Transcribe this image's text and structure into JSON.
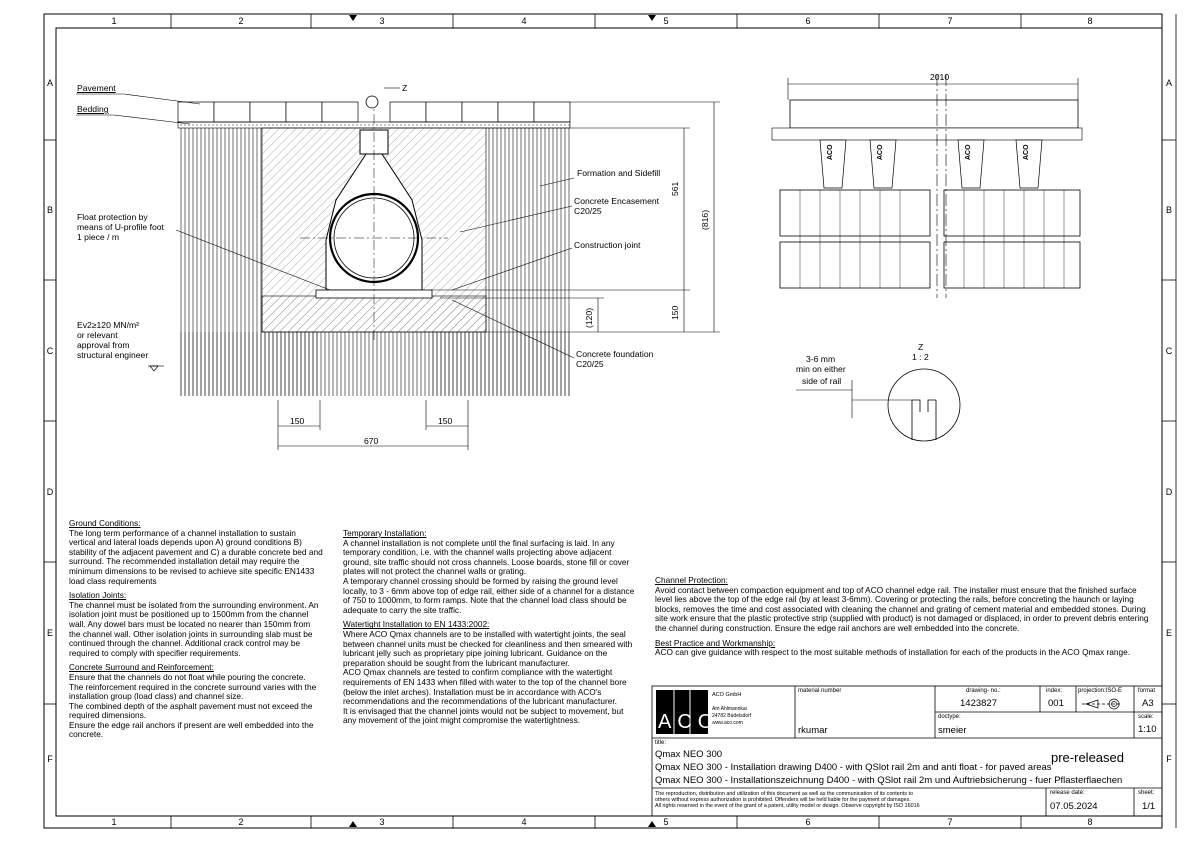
{
  "grid": {
    "columns": [
      "1",
      "2",
      "3",
      "4",
      "5",
      "6",
      "7",
      "8"
    ],
    "rows": [
      "A",
      "B",
      "C",
      "D",
      "E",
      "F"
    ]
  },
  "drawing_labels": {
    "pavement": "Pavement",
    "bedding": "Bedding",
    "z_marker": "Z",
    "formation": "Formation and Sidefill",
    "encasement_1": "Concrete Encasement",
    "encasement_2": "C20/25",
    "construction_joint": "Construction joint",
    "float_1": "Float protection by",
    "float_2": "means of U-profile foot",
    "float_3": "1 piece / m",
    "ev2_1": "Ev2≥120 MN/m²",
    "ev2_2": "or relevant",
    "ev2_3": "approval from",
    "ev2_4": "structural engineer",
    "foundation_1": "Concrete foundation",
    "foundation_2": "C20/25",
    "dim_561": "561",
    "dim_816": "(816)",
    "dim_150v": "150",
    "dim_120": "(120)",
    "dim_150a": "150",
    "dim_150b": "150",
    "dim_670": "670",
    "dim_2010": "2010",
    "aco_mark": "ACO",
    "detail_z": "Z",
    "detail_scale": "1 : 2",
    "detail_1": "3-6 mm",
    "detail_2": "min on either",
    "detail_3": "side of rail"
  },
  "notes_left": {
    "ground_title": "Ground Conditions:",
    "ground_text": "The long term performance of a channel installation to sustain vertical and lateral loads depends upon A) ground conditions B) stability of the adjacent pavement and C) a durable concrete bed and surround. The recommended installation detail may require the minimum dimensions to be revised to achieve site specific EN1433 load class requirements",
    "isolation_title": "Isolation Joints:",
    "isolation_text": "The channel must be isolated from the surrounding environment. An isolation joint must be positioned up to 1500mm from the channel wall. Any dowel bars must be located no nearer than 150mm from the channel wall. Other isolation joints in surrounding slab must be continued through the channel. Additional crack control may be required to comply with specifier requirements.",
    "surround_title": "Concrete Surround and Reinforcement:",
    "surround_text_1": "Ensure that the channels do not float while pouring the concrete.",
    "surround_text_2": "The reinforcement required in the concrete surround varies with the installation group (load class) and channel size.",
    "surround_text_3": "The combined depth of the asphalt pavement must not exceed the required dimensions.",
    "surround_text_4": "Ensure the edge rail anchors if present are well embedded into the concrete."
  },
  "notes_mid": {
    "temporary_title": "Temporary Installation:",
    "temporary_text_1": "A channel installation is not complete until the final surfacing is laid. In any temporary condition, i.e. with the channel walls projecting above adjacent ground, site traffic should not cross channels. Loose boards, stone fill or cover plates will not protect the channel walls or grating.",
    "temporary_text_2": "A temporary channel crossing should be formed by raising the ground level locally, to 3 - 6mm above top of edge rail, either side of a channel for a distance of 750 to 1000mm, to form ramps. Note that the channel load class should be adequate to carry the site traffic.",
    "watertight_title": "Watertight Installation to EN 1433:2002:",
    "watertight_text_1": "Where ACO Qmax channels are to be installed with watertight joints, the seal between channel units must be checked for cleanliness and then smeared with lubricant jelly such as proprietary pipe joining lubricant. Guidance on the preparation should be sought from the lubricant manufacturer.",
    "watertight_text_2": "ACO Qmax channels are tested to confirm compliance with the watertight requirements of EN 1433 when filled with water to the top of the channel bore (below the inlet arches). Installation must be in accordance with ACO's recommendations and the recommendations of the lubricant manufacturer.",
    "watertight_text_3": "It is envisaged that the channel joints would not be subject to movement, but any movement of the joint might compromise the watertightness."
  },
  "notes_right": {
    "protection_title": "Channel Protection:",
    "protection_text": "Avoid contact between compaction equipment and top of ACO channel edge rail. The installer must ensure that the finished surface level lies above the top of the edge rail (by at least 3-6mm). Covering or protecting the rails, before concreting the haunch or laying blocks, removes the time and cost associated with cleaning the channel and grating of cement material and embedded stones. During site work ensure that the plastic protective strip (supplied with product) is not damaged or displaced, in order to prevent debris entering the channel during construction. Ensure the edge rail anchors are well embedded into the concrete.",
    "best_title": "Best Practice and Workmanship:",
    "best_text": "ACO can give guidance with respect to the most suitable methods of installation for each of the products in the ACO Qmax range."
  },
  "title_block": {
    "logo": "ACO",
    "company": "ACO GmbH",
    "address_1": "Am Ahlmannkai",
    "address_2": "24782 Büdelsdorf",
    "address_3": "www.aco.com",
    "material_label": "material number",
    "drawing_no_label": "drawing- no.:",
    "drawing_no": "1423827",
    "index_label": "index:",
    "index": "001",
    "projection_label": "projection:ISO-E",
    "format_label": "format",
    "format": "A3",
    "doctype_label": "doctype:",
    "scale_label": "scale:",
    "scale": "1:10",
    "drawn_by": "rkumar",
    "checked_by": "smeier",
    "title_label": "title:",
    "title_1": "Qmax NEO 300",
    "status": "pre-released",
    "title_2": "Qmax NEO 300 - Installation drawing D400 - with QSlot rail 2m and anti float - for paved areas",
    "title_3": "Qmax NEO 300 - Installationszeichnung D400 - with QSlot rail 2m und Auftriebsicherung - fuer Pflasterflaechen",
    "copyright_1": "The reproduction, distribution and utilization of this document as well as the communication of its contents to",
    "copyright_2": "others without express authorization is prohibited. Offenders will be held liable for the payment of damages.",
    "copyright_3": "All rights reserved in the event of the grant of a patent, utility model or design. Observe copyright by ISO 16016",
    "release_label": "release date:",
    "release_date": "07.05.2024",
    "sheet_label": "sheet:",
    "sheet": "1/1"
  }
}
